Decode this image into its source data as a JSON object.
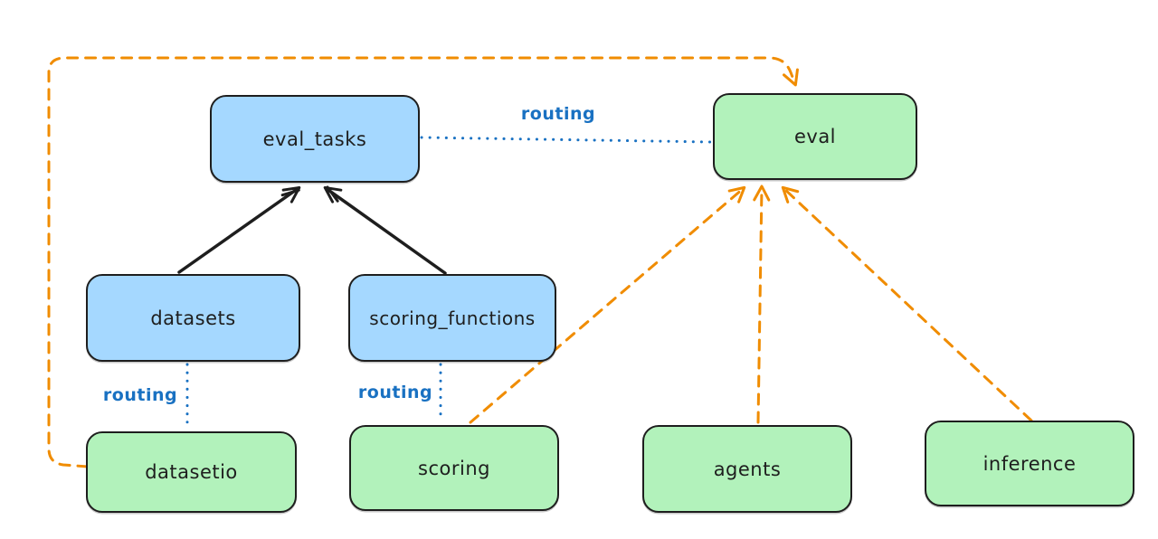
{
  "diagram": {
    "type": "architecture-routing-diagram",
    "style": "hand-drawn (excalidraw-like)"
  },
  "colors": {
    "background": "#ffffff",
    "stroke": "#1e1e1e",
    "blue_fill": "#a5d8ff",
    "green_fill": "#b2f2bb",
    "routing_blue": "#1971c2",
    "orange": "#f08c00"
  },
  "nodes": {
    "eval_tasks": {
      "label": "eval_tasks",
      "color": "blue"
    },
    "eval": {
      "label": "eval",
      "color": "green"
    },
    "datasets": {
      "label": "datasets",
      "color": "blue"
    },
    "scoring_functions": {
      "label": "scoring_functions",
      "color": "blue"
    },
    "datasetio": {
      "label": "datasetio",
      "color": "green"
    },
    "scoring": {
      "label": "scoring",
      "color": "green"
    },
    "agents": {
      "label": "agents",
      "color": "green"
    },
    "inference": {
      "label": "inference",
      "color": "green"
    }
  },
  "edges": {
    "eval_tasks_to_eval": {
      "from": "eval_tasks",
      "to": "eval",
      "label": "routing",
      "style": "dotted-blue",
      "arrow": "none"
    },
    "datasets_to_datasetio": {
      "from": "datasets",
      "to": "datasetio",
      "label": "routing",
      "style": "dotted-blue",
      "arrow": "none"
    },
    "scoring_functions_to_scoring": {
      "from": "scoring_functions",
      "to": "scoring",
      "label": "routing",
      "style": "dotted-blue",
      "arrow": "none"
    },
    "datasets_to_eval_tasks": {
      "from": "datasets",
      "to": "eval_tasks",
      "style": "solid-black",
      "arrow": "end"
    },
    "scoring_functions_to_eval_tasks": {
      "from": "scoring_functions",
      "to": "eval_tasks",
      "style": "solid-black",
      "arrow": "end"
    },
    "datasetio_to_eval": {
      "from": "datasetio",
      "to": "eval",
      "style": "dashed-orange",
      "arrow": "end",
      "route": "around-left-and-top"
    },
    "scoring_to_eval": {
      "from": "scoring",
      "to": "eval",
      "style": "dashed-orange",
      "arrow": "end"
    },
    "agents_to_eval": {
      "from": "agents",
      "to": "eval",
      "style": "dashed-orange",
      "arrow": "end"
    },
    "inference_to_eval": {
      "from": "inference",
      "to": "eval",
      "style": "dashed-orange",
      "arrow": "end"
    }
  }
}
